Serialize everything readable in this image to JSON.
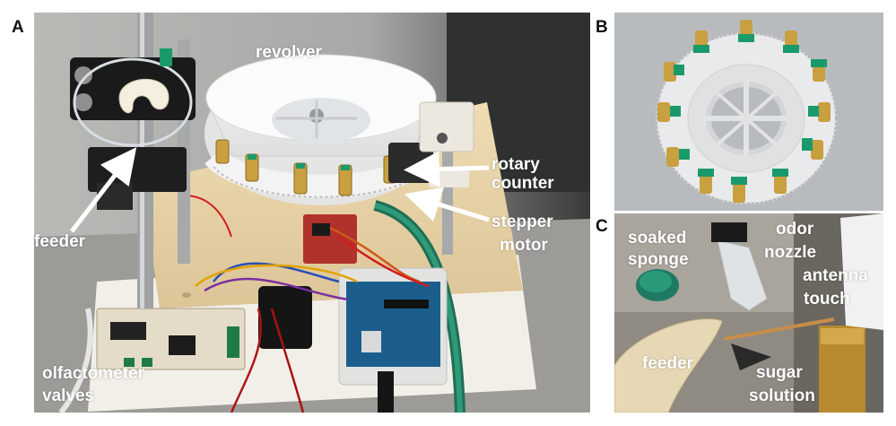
{
  "panels": {
    "a": {
      "letter": "A",
      "labels": {
        "revolver": "revolver",
        "rotary_line1": "rotary",
        "rotary_line2": "counter",
        "stepper_line1": "stepper",
        "stepper_line2": "motor",
        "feeder": "feeder",
        "olfacto_line1": "olfactometer",
        "olfacto_line2": "valves"
      }
    },
    "b": {
      "letter": "B"
    },
    "c": {
      "letter": "C",
      "labels": {
        "soaked_line1": "soaked",
        "soaked_line2": "sponge",
        "odor_line1": "odor",
        "odor_line2": "nozzle",
        "antenna_line1": "antenna",
        "antenna_line2": "touch",
        "feeder": "feeder",
        "sugar_line1": "sugar",
        "sugar_line2": "solution"
      }
    }
  },
  "icons": {
    "arrow": "white-arrow-icon"
  },
  "colors": {
    "label_text": "#ffffff",
    "green_accent": "#1a9a6a",
    "brass": "#c9a040",
    "plywood": "#e9d6ac"
  }
}
